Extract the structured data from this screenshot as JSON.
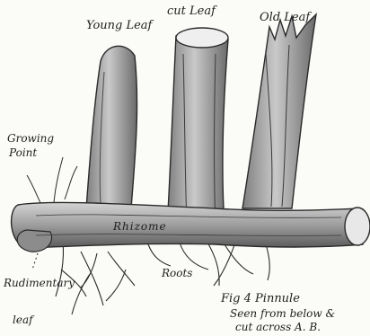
{
  "labels": {
    "young_leaf": "Young Leaf",
    "cut_leaf": "cut Leaf",
    "old_leaf": "Old Leaf",
    "growing_point_1": "Growing",
    "growing_point_2": "Point",
    "rhizome": "Rhizome",
    "roots": "Roots",
    "rudimentary_1": "Rudimentary",
    "rudimentary_2": "leaf"
  },
  "caption": {
    "line1": "Fig 4   Pinnule",
    "line2": "Seen from below &",
    "line3": "cut across A. B."
  }
}
